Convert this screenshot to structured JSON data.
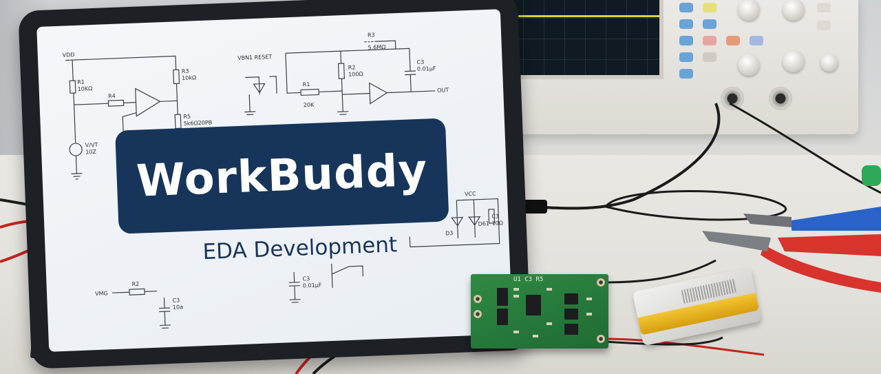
{
  "tablet": {
    "title": "WorkBuddy",
    "subtitle": "EDA Development",
    "schematic_labels": {
      "vdd": "VDD",
      "r1": "R1",
      "r1_value": "10KΩ",
      "r4": "R4",
      "r3_left": "R3",
      "r3_left_value": "10kΩ",
      "r5": "R5",
      "r5_value": "5k6Ω20PB",
      "vin": "V/VT",
      "vin_value": "10Z",
      "reset": "VBN1 RESET",
      "r1_mid": "R1",
      "r1_mid_value": "20K",
      "r2_mid": "R2",
      "r2_mid_value": "100Ω",
      "r3_top": "R3",
      "r3_top_value": "5.6MΩ",
      "c3_top": "C3",
      "c3_top_value": "0.01μF",
      "out": "OUT",
      "vmg": "VMG",
      "r2_bottom": "R2",
      "c3_bottom": "C3",
      "c3_bottom_value": "10a",
      "c3_center": "C3",
      "c3_center_value": "0.01μF",
      "vcc": "VCC",
      "d3": "D3",
      "d1": "D61",
      "c3_right": "C3",
      "c3_right_value": "10Ω"
    }
  },
  "pcb": {
    "silkscreen": "U1 C3 R5"
  },
  "colors": {
    "title_box": "#17355a",
    "subtitle_text": "#1b3556",
    "pcb_green": "#2f8a43",
    "battery_tape": "#f2c531",
    "pliers_red": "#d8332c",
    "pliers_blue": "#2b63c9"
  }
}
